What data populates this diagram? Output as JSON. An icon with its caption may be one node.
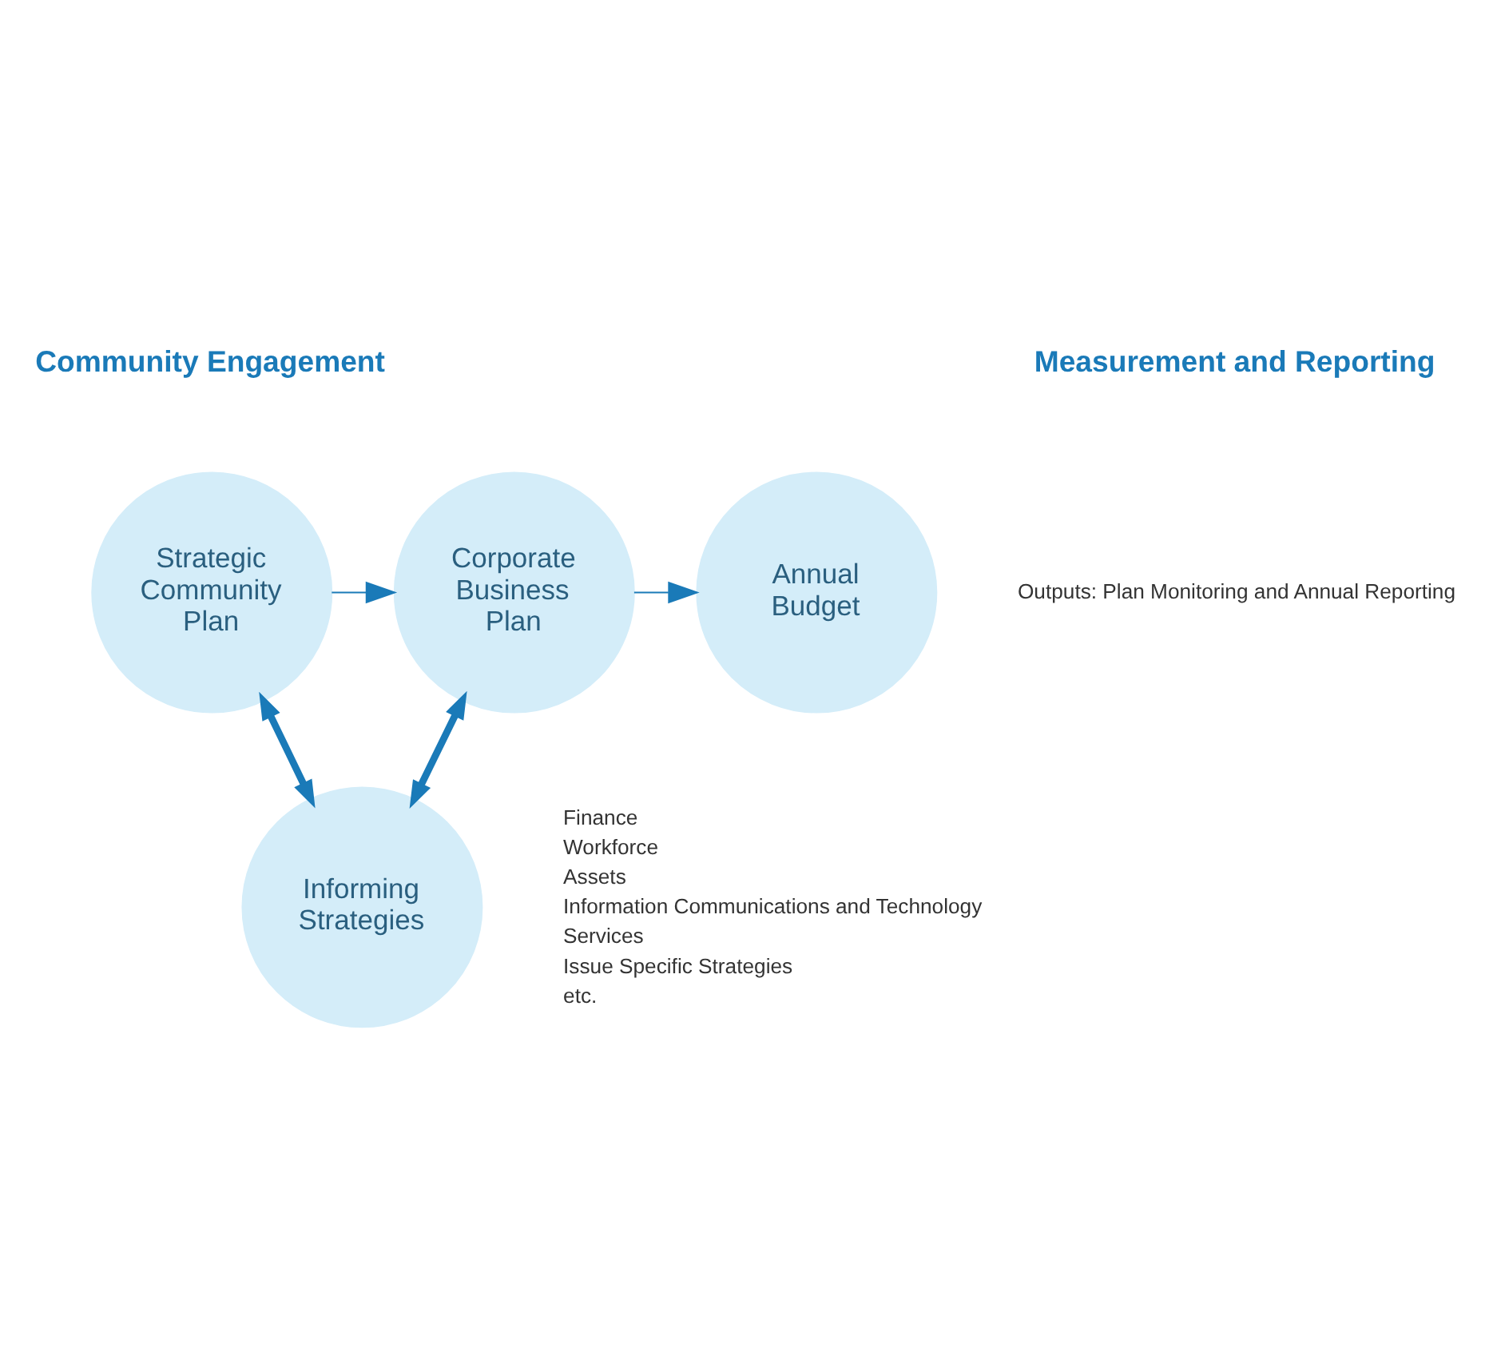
{
  "diagram": {
    "nodes": [
      {
        "text": [
          "Strategic Community Plan"
        ]
      },
      {
        "text": [
          "Corporate Business Plan"
        ]
      },
      {
        "text": [
          "Annual Budget"
        ],
        "beside": [
          "Outputs: Plan Monitoring and Annual Reporting"
        ]
      },
      {
        "text": [
          "Informing Strategies"
        ],
        "beside": [
          "Finance",
          "Workforce",
          "Assets",
          "Information Communications and Technology",
          "Services",
          "Issue Specific Strategies",
          "etc."
        ]
      }
    ],
    "edges": [
      {
        "from": 0,
        "to": 1,
        "arrow": "to"
      },
      {
        "from": 1,
        "to": 2,
        "arrow": "to"
      },
      {
        "from": 0,
        "to": 3,
        "arrow": "both",
        "style": "thick"
      },
      {
        "from": 1,
        "to": 3,
        "arrow": "both",
        "style": "thick"
      }
    ],
    "labels": [
      "Community Engagement",
      "Measurement and Reporting"
    ]
  }
}
